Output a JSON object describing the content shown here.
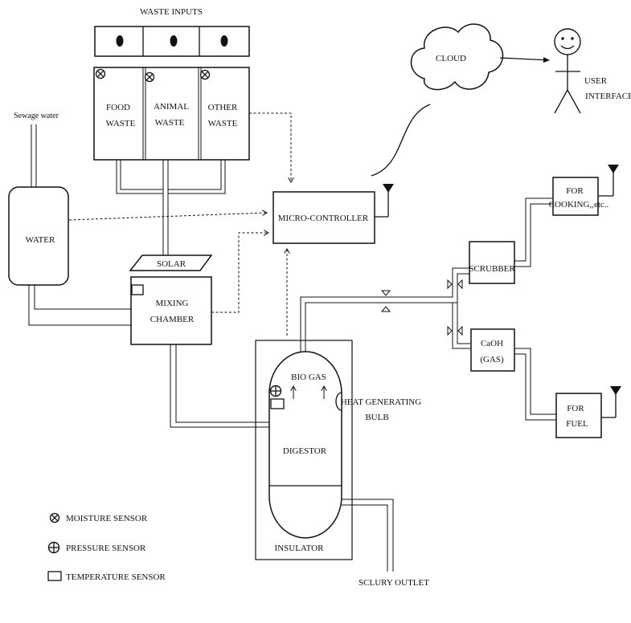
{
  "labels": {
    "waste_inputs": "WASTE INPUTS",
    "food_1": "FOOD",
    "food_2": "WASTE",
    "animal_1": "ANIMAL",
    "animal_2": "WASTE",
    "other_1": "OTHER",
    "other_2": "WASTE",
    "sewage": "Sewage water",
    "water": "WATER",
    "solar": "SOLAR",
    "mixing_1": "MIXING",
    "mixing_2": "CHAMBER",
    "micro": "MICRO-CONTROLLER",
    "cloud": "CLOUD",
    "user_1": "USER",
    "user_2": "INTERFACE",
    "cooking_1": "FOR",
    "cooking_2": "COOKING,,etc..",
    "scrubber": "SCRUBBER",
    "caoh_1": "CaOH",
    "caoh_2": "(GAS)",
    "fuel_1": "FOR",
    "fuel_2": "FUEL",
    "biogas": "BIO GAS",
    "heat_1": "HEAT GENERATING",
    "heat_2": "BULB",
    "digestor": "DIGESTOR",
    "insulator": "INSULATOR",
    "slurry": "SCLURY OUTLET"
  },
  "legend": {
    "moisture": "MOISTURE SENSOR",
    "pressure": "PRESSURE SENSOR",
    "temperature": "TEMPERATURE SENSOR"
  }
}
